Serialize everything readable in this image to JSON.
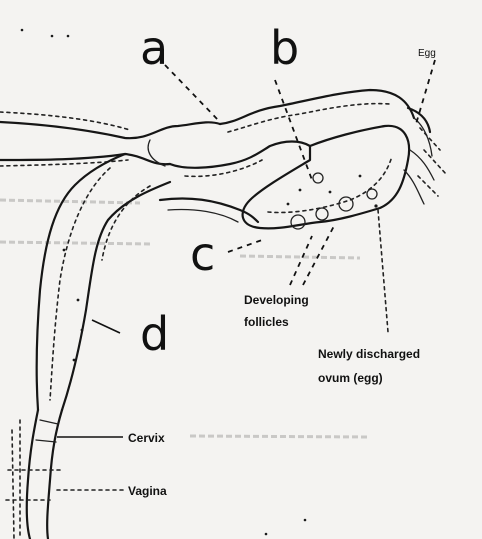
{
  "labels": {
    "a": "a",
    "b": "b",
    "c": "c",
    "d": "d",
    "egg": "Egg",
    "developing_follicles_line1": "Developing",
    "developing_follicles_line2": "follicles",
    "newly_discharged_line1": "Newly discharged",
    "newly_discharged_line2": "ovum (egg)",
    "cervix": "Cervix",
    "vagina": "Vagina"
  }
}
